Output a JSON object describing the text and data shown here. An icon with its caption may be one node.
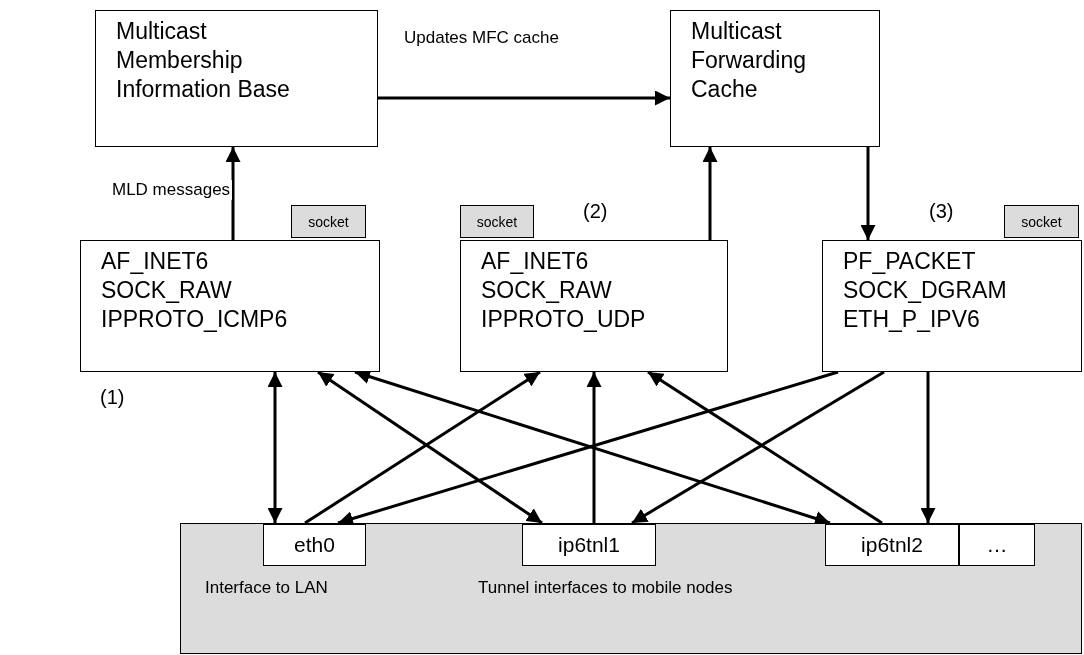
{
  "diagram": {
    "nodes": [
      {
        "text": [
          "Multicast Membership Information Base"
        ]
      },
      {
        "text": [
          "Multicast Forwarding Cache"
        ]
      },
      {
        "text": [
          "socket"
        ]
      },
      {
        "text": [
          "AF_INET6 SOCK_RAW IPPROTO_ICMP6"
        ]
      },
      {
        "text": [
          "socket"
        ]
      },
      {
        "text": [
          "AF_INET6 SOCK_RAW IPPROTO_UDP"
        ]
      },
      {
        "text": [
          "socket"
        ]
      },
      {
        "text": [
          "PF_PACKET SOCK_DGRAM ETH_P_IPV6"
        ]
      },
      {
        "text": [],
        "shape": "box"
      },
      {
        "text": [
          "eth0"
        ],
        "in": 8
      },
      {
        "text": [
          "ip6tnl1"
        ],
        "in": 8
      },
      {
        "text": [
          "ip6tnl2"
        ],
        "in": 8
      },
      {
        "text": [
          "…"
        ],
        "in": 8
      }
    ],
    "edges": [
      {
        "from": 3,
        "to": 0,
        "arrow": "to",
        "label": "MLD messages"
      },
      {
        "from": 0,
        "to": 1,
        "arrow": "to",
        "label": "Updates MFC cache"
      },
      {
        "from": 5,
        "to": 1,
        "arrow": "to"
      },
      {
        "from": 1,
        "to": 7,
        "arrow": "to"
      },
      {
        "from": 3,
        "to": 9,
        "arrow": "both"
      },
      {
        "from": 9,
        "to": 5,
        "arrow": "to"
      },
      {
        "from": 3,
        "to": 10,
        "arrow": "both"
      },
      {
        "from": 3,
        "to": 11,
        "arrow": "both"
      },
      {
        "from": 7,
        "to": 9,
        "arrow": "to"
      },
      {
        "from": 10,
        "to": 5,
        "arrow": "to"
      },
      {
        "from": 11,
        "to": 5,
        "arrow": "to"
      },
      {
        "from": 7,
        "to": 10,
        "arrow": "to"
      },
      {
        "from": 7,
        "to": 11,
        "arrow": "to"
      }
    ],
    "labels": [
      "(2)",
      "(3)",
      "(1)",
      "Interface to LAN",
      "Tunnel interfaces to mobile nodes"
    ]
  }
}
